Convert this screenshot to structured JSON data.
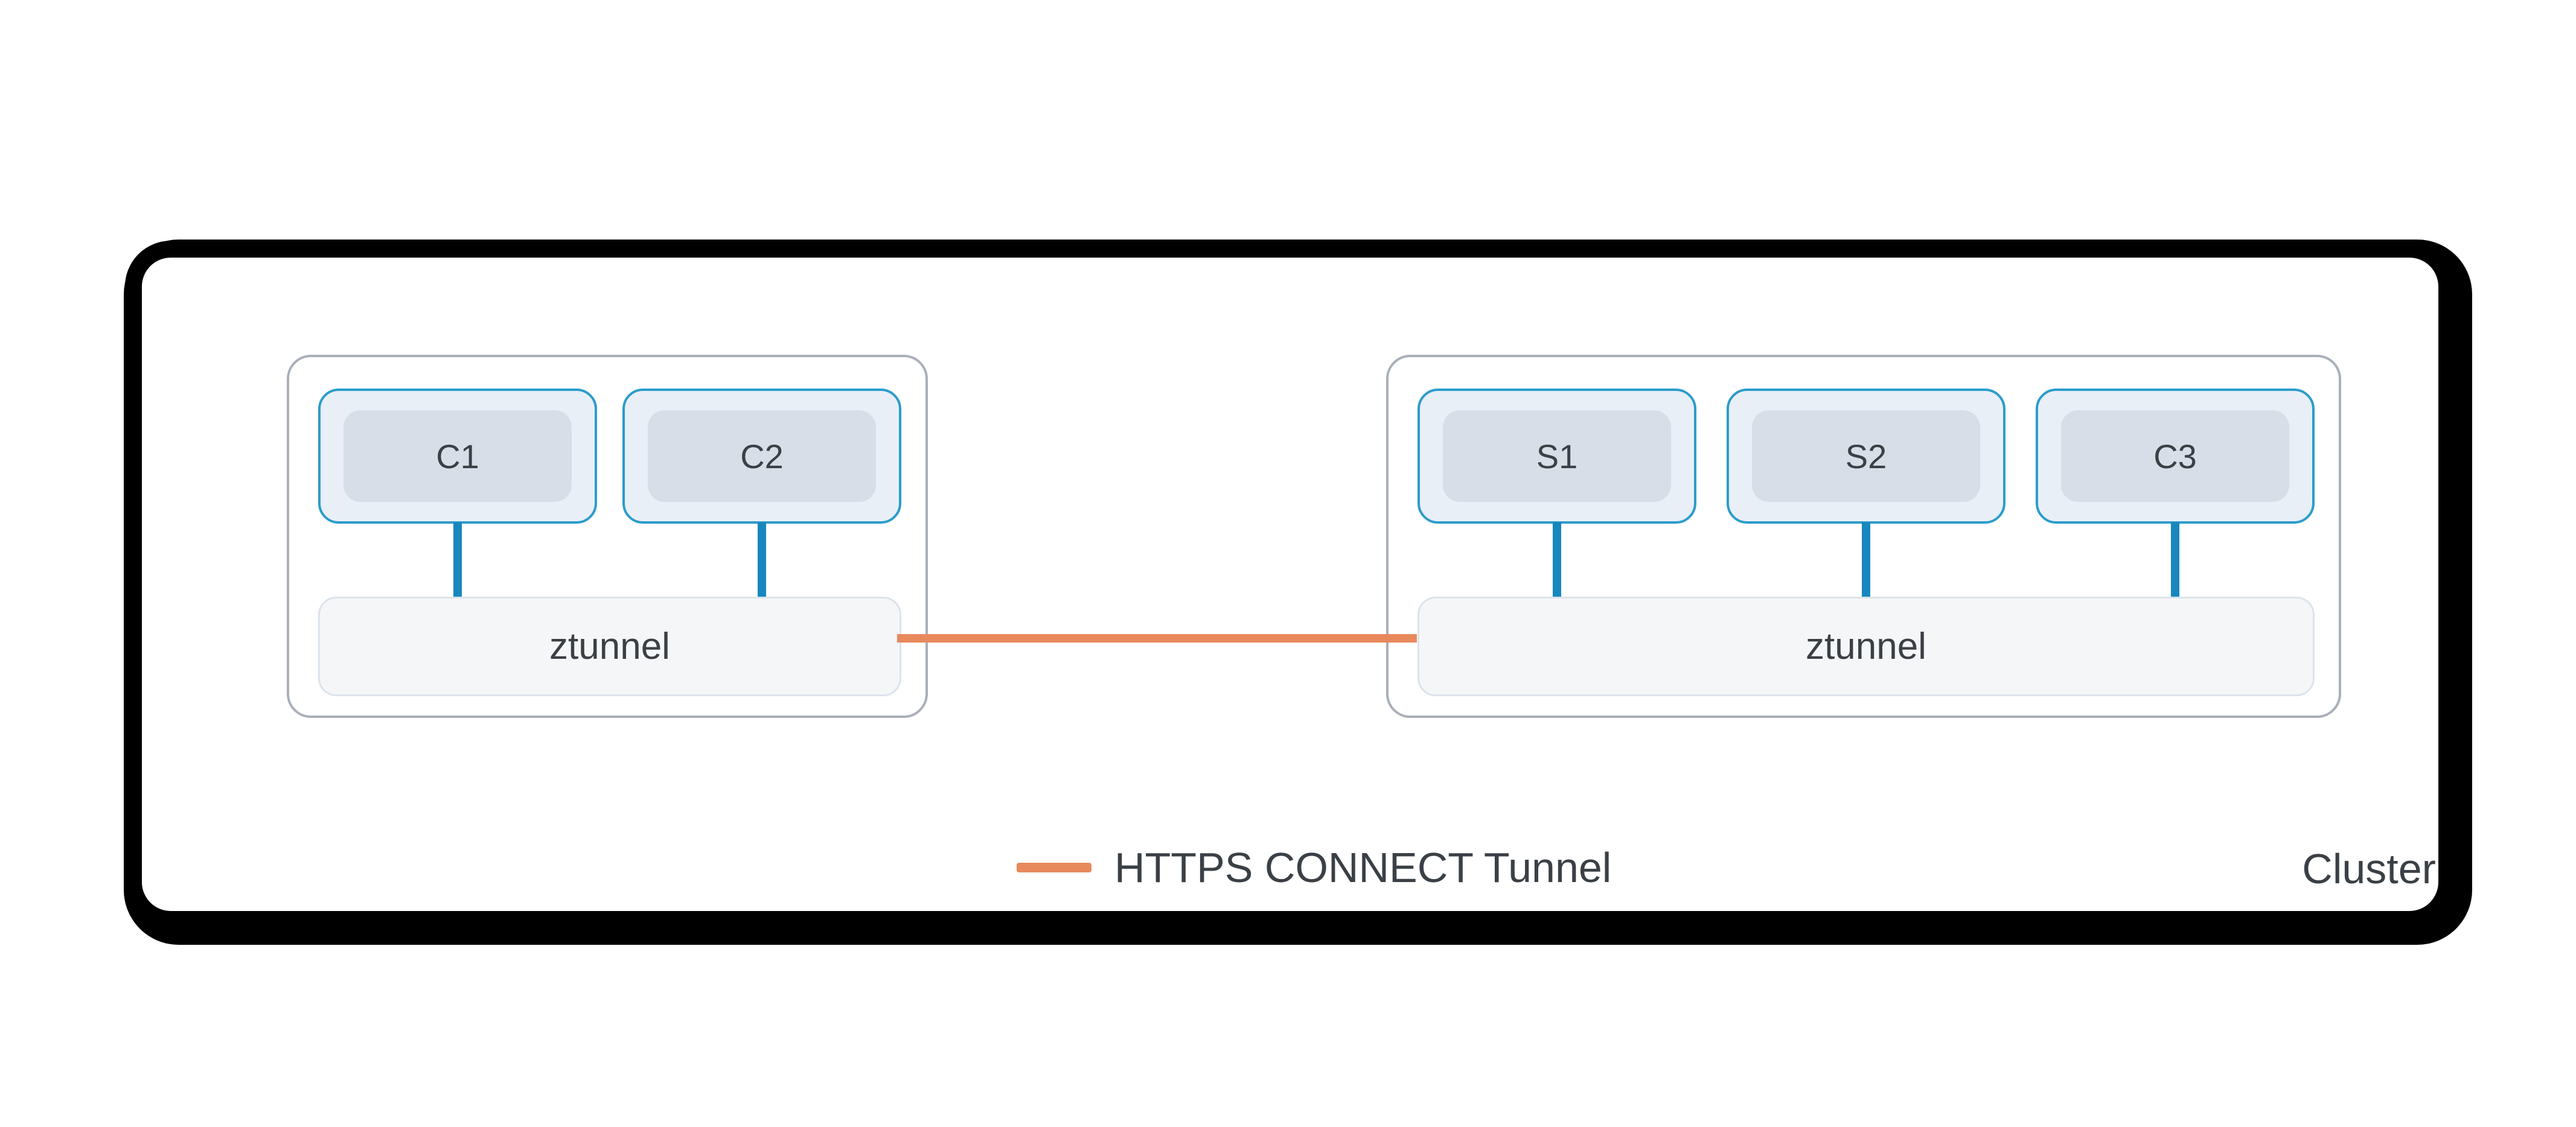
{
  "cluster_label": "Cluster",
  "legend": {
    "label": "HTTPS CONNECT Tunnel"
  },
  "nodes": [
    {
      "ztunnel_label": "ztunnel",
      "pods": [
        {
          "label": "C1"
        },
        {
          "label": "C2"
        }
      ]
    },
    {
      "ztunnel_label": "ztunnel",
      "pods": [
        {
          "label": "S1"
        },
        {
          "label": "S2"
        },
        {
          "label": "C3"
        }
      ]
    }
  ],
  "colors": {
    "cluster_border": "#000000",
    "node_border": "#A9AFB8",
    "pod_border": "#2B9CCB",
    "pod_fill": "#E8EFF7",
    "pod_inner_fill": "#D8DEE8",
    "connector": "#1787BD",
    "ztunnel_fill": "#F5F6F8",
    "ztunnel_border": "#DCE3EB",
    "tunnel_line": "#E8895C",
    "text": "#3B4045"
  }
}
